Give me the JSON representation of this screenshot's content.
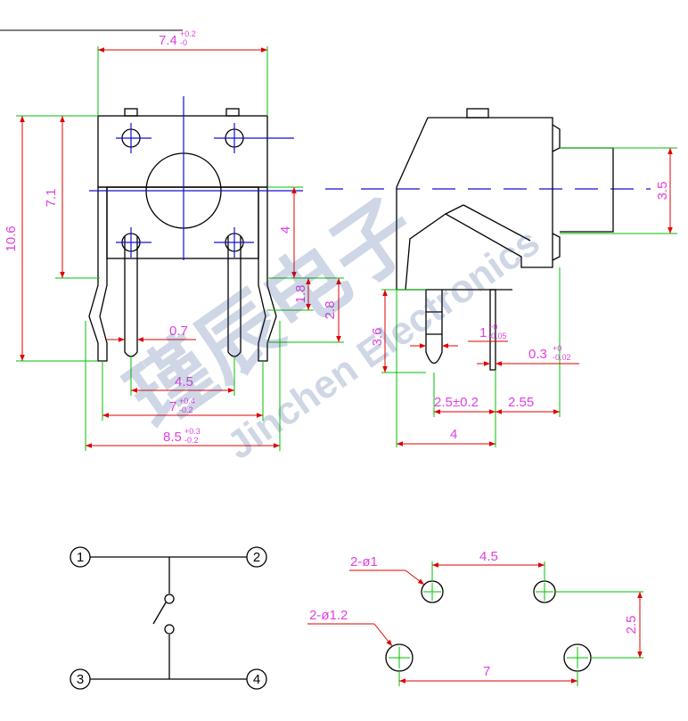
{
  "watermark": {
    "cn": "瑾辰电子",
    "en": "Jinchen Electronics"
  },
  "front_view": {
    "width_main": "7.4",
    "width_main_tol_top": "+0.2",
    "width_main_tol_bottom": "-0",
    "height_total": "10.6",
    "height_body": "7.1",
    "height_upper": "4",
    "pin_upper": "1.8",
    "pin_lower": "2.8",
    "pin_width": "0.7",
    "pitch_inner": "4.5",
    "pitch_mid": "7",
    "pitch_mid_tol_top": "+0.4",
    "pitch_mid_tol_bottom": "-0.2",
    "pitch_outer": "8.5",
    "pitch_outer_tol_top": "+0.3",
    "pitch_outer_tol_bottom": "-0.2"
  },
  "side_view": {
    "button_height": "3.5",
    "lead_length": "3.6",
    "pin_size": "1",
    "pin_size_tol_top": "+0",
    "pin_size_tol_bottom": "-0.05",
    "pin_thick": "0.3",
    "pin_thick_tol_top": "+0",
    "pin_thick_tol_bottom": "-0.02",
    "pitch": "2.5±0.2",
    "offset": "2.55",
    "depth": "4"
  },
  "schematic": {
    "pins": [
      "1",
      "2",
      "3",
      "4"
    ]
  },
  "footprint": {
    "small_holes": "2-ø1",
    "large_holes": "2-ø1.2",
    "spacing_top": "4.5",
    "spacing_vertical": "2.5",
    "spacing_bottom": "7"
  },
  "colors": {
    "dimension_text": "#e040e0",
    "extension": "#00c000",
    "dimension_line": "#e00000",
    "center_line": "#1010d0"
  }
}
